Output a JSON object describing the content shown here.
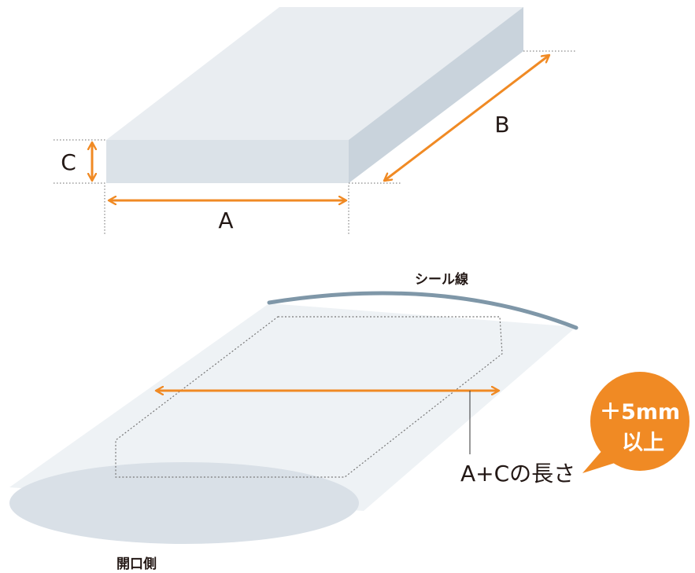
{
  "labels": {
    "dim_a": "A",
    "dim_b": "B",
    "dim_c": "C",
    "seal_line": "シール線",
    "opening_side": "開口側",
    "length_note": "A+Cの長さ",
    "badge_line1": "＋5mm",
    "badge_line2": "以上"
  },
  "colors": {
    "accent_orange": "#f08a24",
    "box_top": "#e9edf1",
    "box_front": "#dbe2e8",
    "box_side": "#c9d3dc",
    "bag_fill": "#eef2f5",
    "bag_opening": "#d9e0e7",
    "seal_line": "#7f97a8",
    "text": "#231815"
  }
}
